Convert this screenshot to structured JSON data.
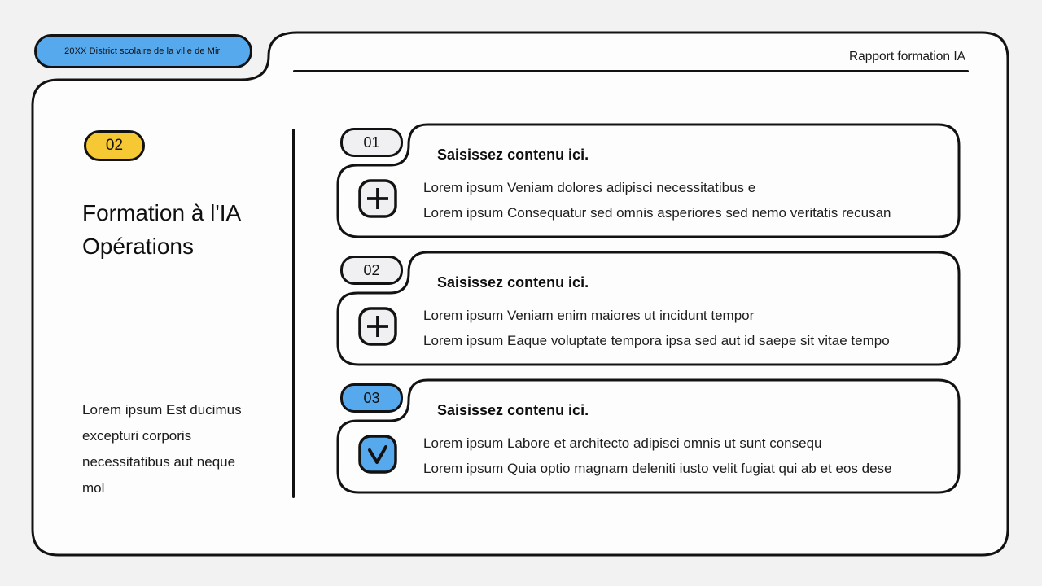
{
  "colors": {
    "background": "#f3f2f2",
    "panel": "#fdfdfd",
    "stroke": "#121212",
    "blue": "#57a9ee",
    "yellow": "#f6c834",
    "badge_gray": "#f0eff1"
  },
  "top": {
    "district_pill": "20XX District scolaire de la ville de Miri",
    "report_title": "Rapport formation IA"
  },
  "left_panel": {
    "section_number": "02",
    "title_line1": "Formation à l'IA",
    "title_line2": "Opérations",
    "paragraph": "Lorem ipsum Est ducimus excepturi corporis necessitatibus aut neque mol"
  },
  "cards": [
    {
      "number": "01",
      "icon": "plus-icon",
      "title": "Saisissez contenu ici.",
      "line1": "Lorem ipsum Veniam dolores adipisci necessitatibus e",
      "line2": "Lorem ipsum Consequatur sed omnis asperiores sed nemo veritatis recusan"
    },
    {
      "number": "02",
      "icon": "plus-icon",
      "title": "Saisissez contenu ici.",
      "line1": "Lorem ipsum Veniam enim maiores ut incidunt tempor",
      "line2": "Lorem ipsum Eaque voluptate tempora ipsa sed aut id saepe sit vitae tempo"
    },
    {
      "number": "03",
      "icon": "check-icon",
      "title": "Saisissez contenu ici.",
      "line1": "Lorem ipsum Labore et architecto adipisci omnis ut sunt consequ",
      "line2": "Lorem ipsum Quia optio magnam deleniti iusto velit fugiat qui ab et eos dese"
    }
  ]
}
